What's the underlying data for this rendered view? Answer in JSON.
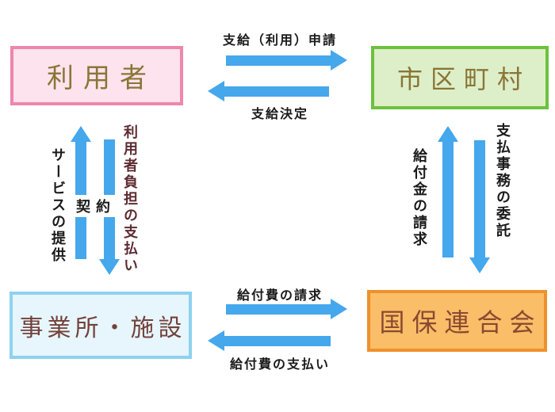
{
  "boxes": {
    "user": {
      "label": "利用者"
    },
    "municipality": {
      "label": "市区町村"
    },
    "facility": {
      "label": "事業所・施設"
    },
    "federation": {
      "label": "国保連合会"
    }
  },
  "labels": {
    "apply": "支給（利用）申請",
    "decision": "支給決定",
    "service": "サービスの提供",
    "contract": "契約",
    "user_payment": "利用者負担の支払い",
    "benefit_claim": "給付金の請求",
    "payment_delegation": "支払事務の委託",
    "benefit_cost_claim": "給付費の請求",
    "benefit_cost_payment": "給付費の支払い"
  },
  "colors": {
    "arrow_blue": "#45a7ec",
    "user_box_fill": "#fce3ee",
    "user_box_border": "#ee86ae",
    "municipality_box_fill": "#ddefc9",
    "municipality_box_border": "#6cc23e",
    "facility_box_fill": "#e6f6fc",
    "facility_box_border": "#8ed2ee",
    "federation_box_fill": "#fabd68",
    "federation_box_border": "#ee912b",
    "top_box_text": "#8a7536",
    "facility_box_text": "#74413a",
    "federation_box_text": "#8a4a30",
    "user_payment_text": "#5d2b31"
  }
}
